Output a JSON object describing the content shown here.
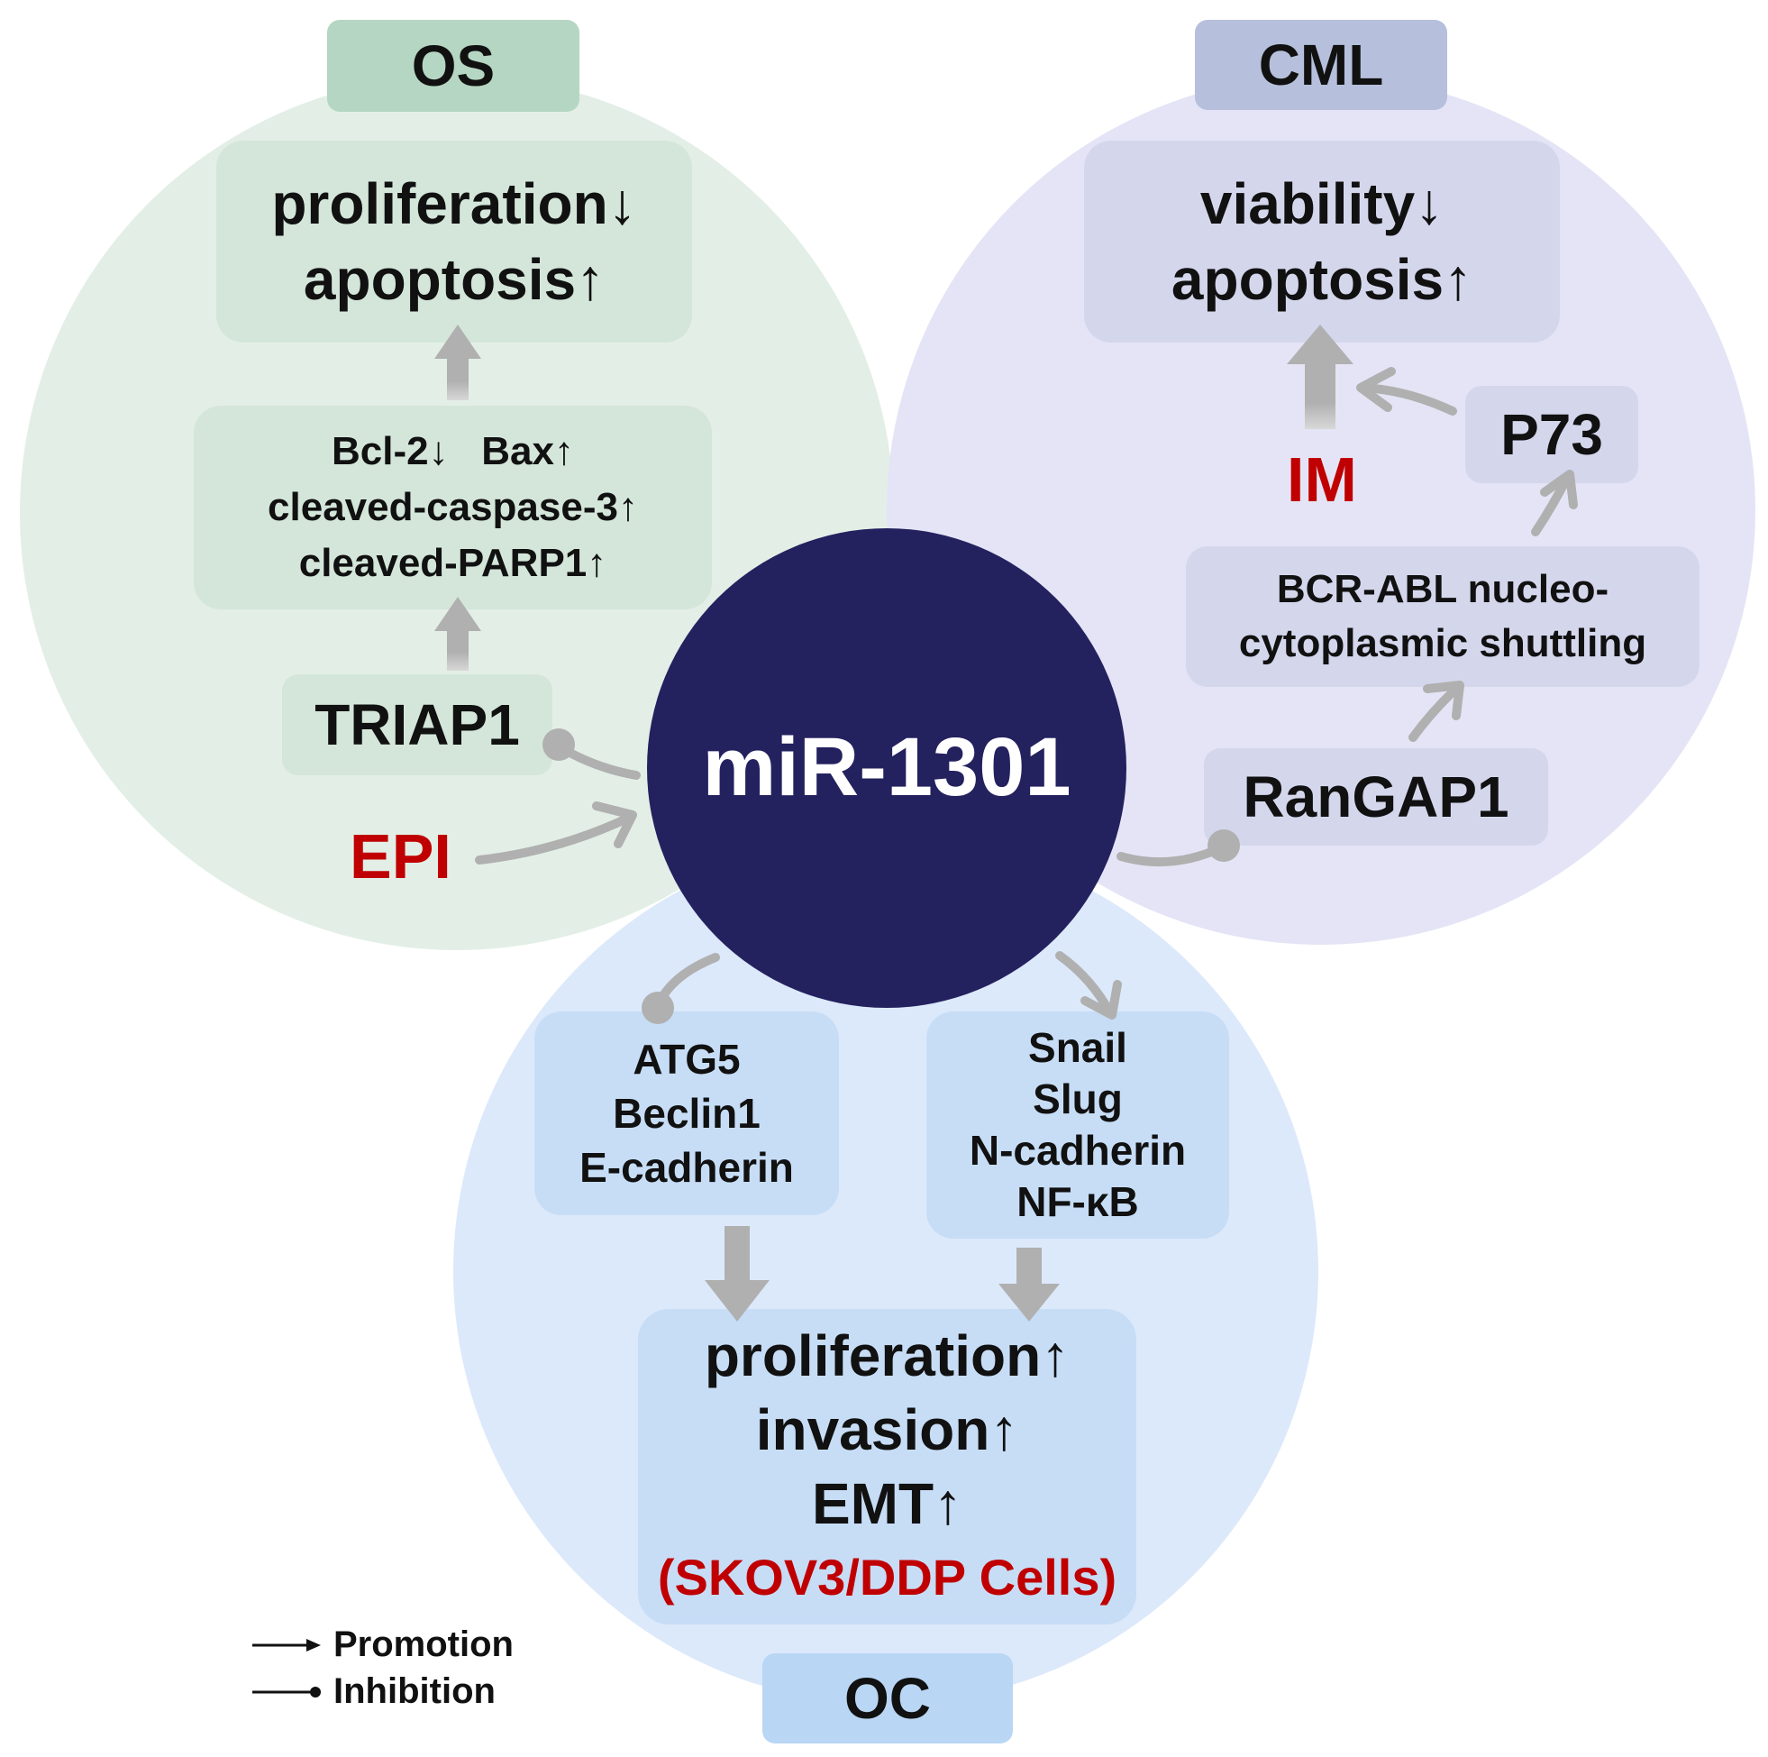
{
  "colors": {
    "os_circle": "#e3efe6",
    "os_box": "#d4e6da",
    "os_tab": "#b5d6c2",
    "cml_circle": "#e4e4f6",
    "cml_box": "#d4d7ec",
    "cml_tab": "#b6c0dc",
    "oc_circle": "#dce9fb",
    "oc_box": "#c7ddf6",
    "oc_tab": "#b9d6f4",
    "center": "#24215f",
    "accent_red": "#c00000",
    "arrow_gray": "#b0b0b0"
  },
  "os": {
    "tab": "OS",
    "outcome": [
      "proliferation↓",
      "apoptosis↑"
    ],
    "markers": [
      "Bcl-2↓   Bax↑",
      "cleaved-caspase-3↑",
      "cleaved-PARP1↑"
    ],
    "target": "TRIAP1",
    "drug": "EPI"
  },
  "cml": {
    "tab": "CML",
    "outcome": [
      "viability↓",
      "apoptosis↑"
    ],
    "p73": "P73",
    "drug": "IM",
    "bcr": [
      "BCR-ABL nucleo-",
      "cytoplasmic shuttling"
    ],
    "target": "RanGAP1"
  },
  "center": {
    "label": "miR-1301"
  },
  "oc": {
    "tab": "OC",
    "left_markers": [
      "ATG5",
      "Beclin1",
      "E-cadherin"
    ],
    "right_markers": [
      "Snail",
      "Slug",
      "N-cadherin",
      "NF-κB"
    ],
    "outcome": [
      "proliferation↑",
      "invasion↑",
      "EMT↑"
    ],
    "cells": "(SKOV3/DDP Cells)"
  },
  "legend": {
    "promotion": "Promotion",
    "inhibition": "Inhibition"
  }
}
